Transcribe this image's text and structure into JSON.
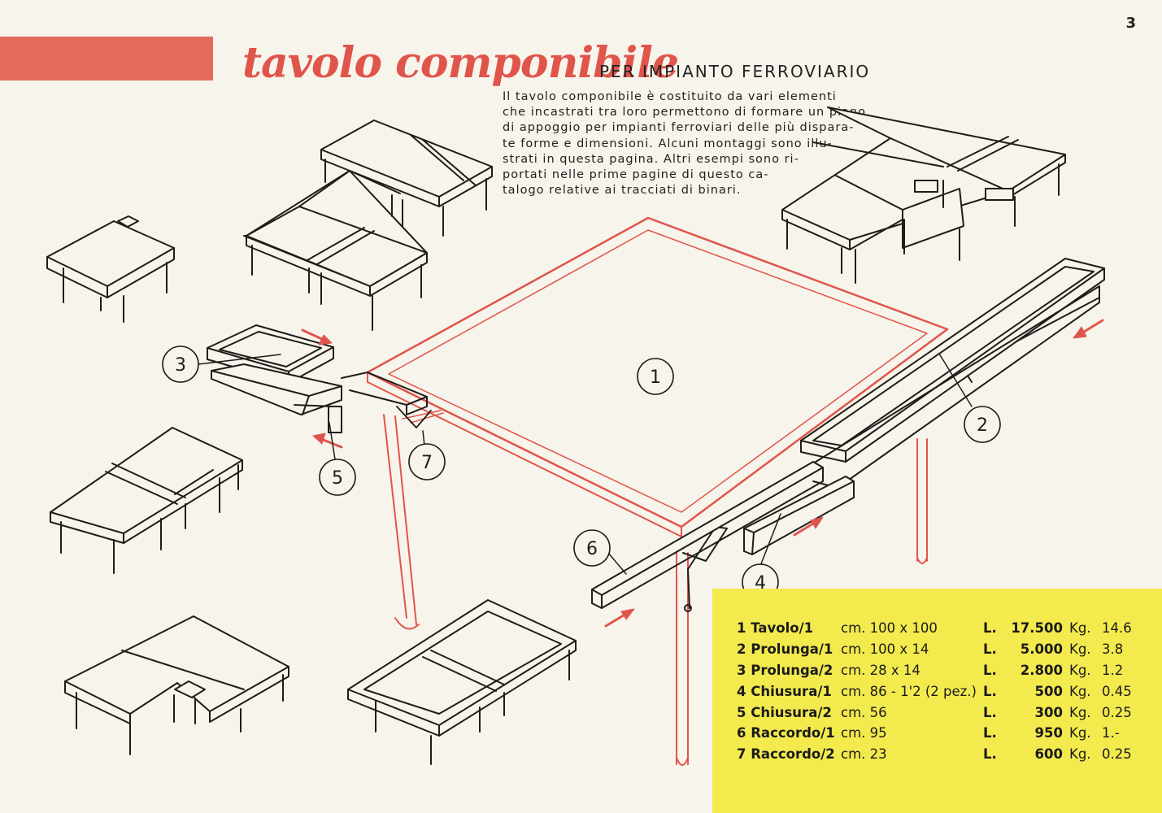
{
  "page_number": "3",
  "title": "tavolo componibile",
  "subtitle": "PER IMPIANTO FERROVIARIO",
  "intro_lines": [
    "Il tavolo componibile è costituito da vari elementi",
    "che incastrati tra loro permettono di formare un piano",
    "di appoggio per impianti ferroviari delle più dispara-",
    "te forme e dimensioni. Alcuni montaggi sono illu-",
    "strati in questa pagina. Altri esempi sono ri-",
    "portati nelle prime pagine di questo ca-",
    "talogo relative ai tracciati di binari."
  ],
  "callouts": [
    "1",
    "2",
    "3",
    "4",
    "5",
    "6",
    "7"
  ],
  "colors": {
    "accent_red": "#e0554b",
    "band_red": "#e46a5a",
    "yellow": "#f3ea4e",
    "paper": "#f7f4ec",
    "ink": "#1f1d1a"
  },
  "spec_rows": [
    {
      "name": "1 Tavolo/1",
      "dim": "cm. 100 x 100",
      "cur": "L.",
      "price": "17.500",
      "kg": "Kg.",
      "weight": "14.6"
    },
    {
      "name": "2 Prolunga/1",
      "dim": "cm. 100 x 14",
      "cur": "L.",
      "price": "5.000",
      "kg": "Kg.",
      "weight": "3.8"
    },
    {
      "name": "3 Prolunga/2",
      "dim": "cm. 28 x 14",
      "cur": "L.",
      "price": "2.800",
      "kg": "Kg.",
      "weight": "1.2"
    },
    {
      "name": "4 Chiusura/1",
      "dim": "cm. 86 - 1'2 (2 pez.)",
      "cur": "L.",
      "price": "500",
      "kg": "Kg.",
      "weight": "0.45"
    },
    {
      "name": "5 Chiusura/2",
      "dim": "cm. 56",
      "cur": "L.",
      "price": "300",
      "kg": "Kg.",
      "weight": "0.25"
    },
    {
      "name": "6 Raccordo/1",
      "dim": "cm. 95",
      "cur": "L.",
      "price": "950",
      "kg": "Kg.",
      "weight": "1.-"
    },
    {
      "name": "7 Raccordo/2",
      "dim": "cm. 23",
      "cur": "L.",
      "price": "600",
      "kg": "Kg.",
      "weight": "0.25"
    }
  ]
}
